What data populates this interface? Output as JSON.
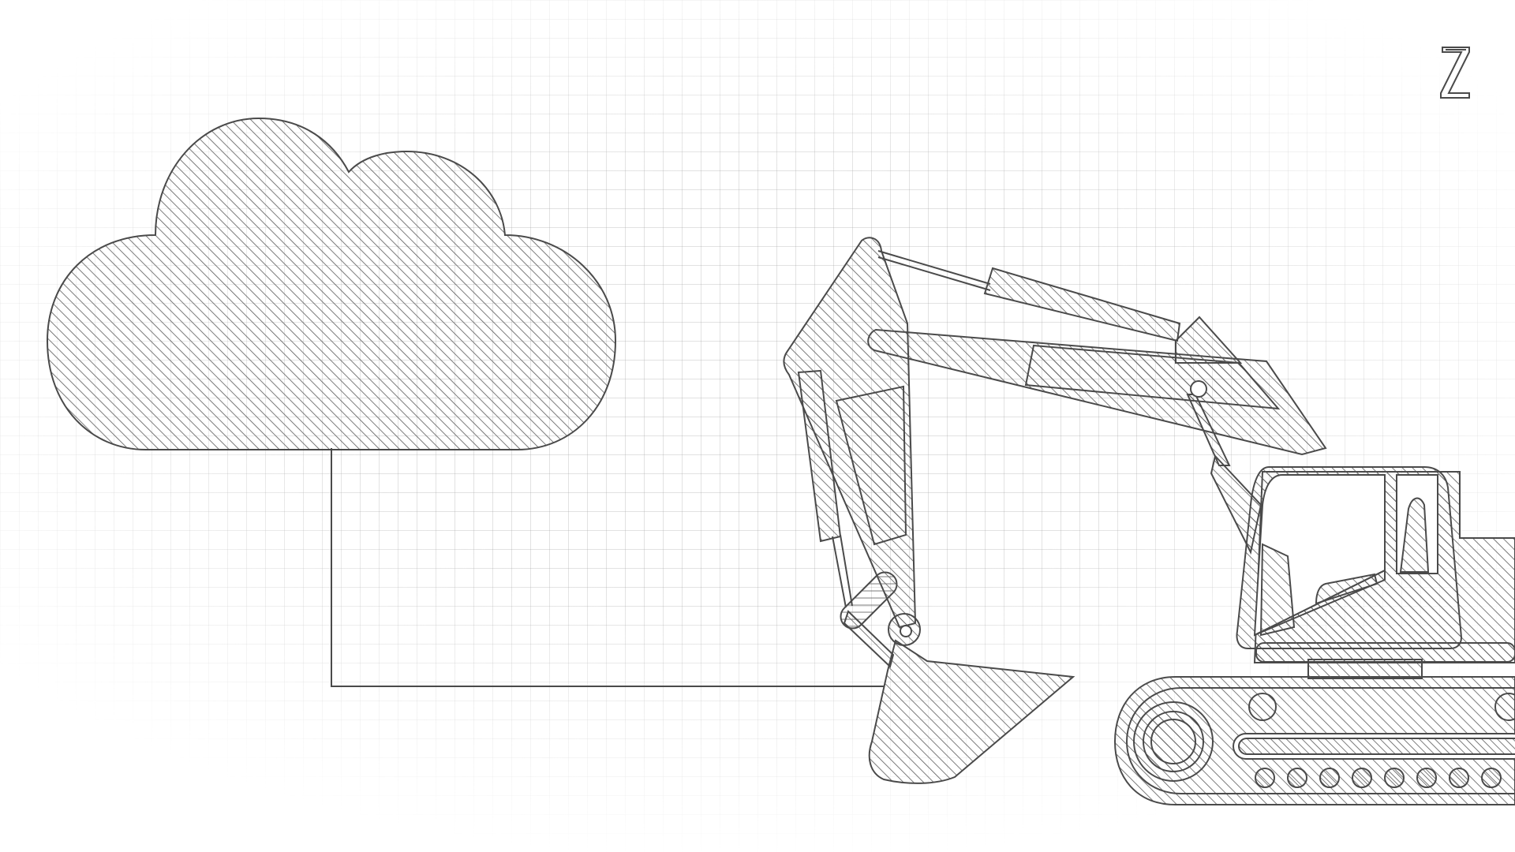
{
  "scene": {
    "stroke_color": "#4a4a4a",
    "hatch_color": "#5a5a5a",
    "grid_color": "#a0a0a0",
    "background": "#ffffff",
    "icons": {
      "cloud": "cloud-icon",
      "excavator": "excavator-icon",
      "connector": "connector-line",
      "logo": "z-logo"
    }
  },
  "logo": {
    "text": "Z"
  }
}
